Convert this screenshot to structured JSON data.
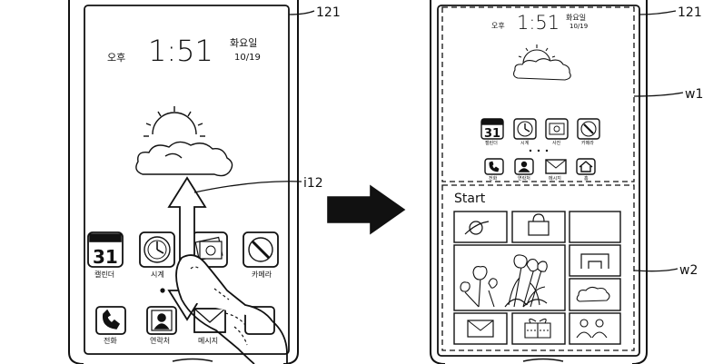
{
  "ref": {
    "display_left": "121",
    "display_right": "121",
    "window1": "w1",
    "window2": "w2",
    "gesture": "i12"
  },
  "left_phone": {
    "ampm": "오후",
    "time": "1:51",
    "weekday": "화요일",
    "date": "10/19",
    "apps_row1": [
      {
        "label": "캘린더",
        "icon": "calendar-icon",
        "badge": "31"
      },
      {
        "label": "시계",
        "icon": "clock-icon"
      },
      {
        "label": "",
        "icon": "gallery-icon"
      },
      {
        "label": "카메라",
        "icon": "camera-icon"
      }
    ],
    "apps_row2": [
      {
        "label": "전화",
        "icon": "phone-icon"
      },
      {
        "label": "연락처",
        "icon": "contacts-icon"
      },
      {
        "label": "메시지",
        "icon": "message-icon"
      }
    ]
  },
  "right_phone": {
    "ampm": "오후",
    "time": "1:51",
    "weekday": "화요일",
    "date": "10/19",
    "apps_row1": [
      {
        "label": "캘린더",
        "icon": "calendar-icon",
        "badge": "31"
      },
      {
        "label": "시계",
        "icon": "clock-icon"
      },
      {
        "label": "사진",
        "icon": "gallery-icon"
      },
      {
        "label": "카메라",
        "icon": "camera-icon"
      }
    ],
    "apps_row2": [
      {
        "label": "전화",
        "icon": "phone-icon"
      },
      {
        "label": "연락처",
        "icon": "contacts-icon"
      },
      {
        "label": "메시지",
        "icon": "message-icon"
      },
      {
        "label": "홈",
        "icon": "home-icon"
      }
    ],
    "start_title": "Start",
    "tiles": [
      "browser-icon",
      "store-icon",
      "blank-tile",
      "flowers-picture",
      "music-icon",
      "weather-icon",
      "mail-icon",
      "gift-icon",
      "people-icon"
    ]
  },
  "arrow": {
    "icon": "right-arrow-icon"
  }
}
